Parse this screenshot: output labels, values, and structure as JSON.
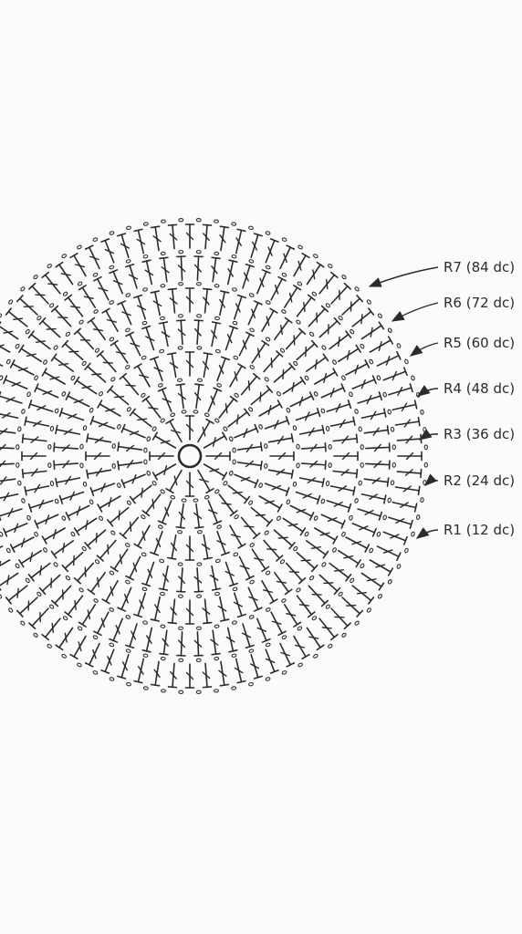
{
  "diagram": {
    "rounds": [
      {
        "label": "R1 (12 dc)",
        "stitch_count": 12
      },
      {
        "label": "R2 (24 dc)",
        "stitch_count": 24
      },
      {
        "label": "R3 (36 dc)",
        "stitch_count": 36
      },
      {
        "label": "R4 (48 dc)",
        "stitch_count": 48
      },
      {
        "label": "R5 (60 dc)",
        "stitch_count": 60
      },
      {
        "label": "R6 (72 dc)",
        "stitch_count": 72
      },
      {
        "label": "R7 (84 dc)",
        "stitch_count": 84
      }
    ],
    "ink_color": "#2b2b2b",
    "background_color": "#fbfbfb"
  }
}
